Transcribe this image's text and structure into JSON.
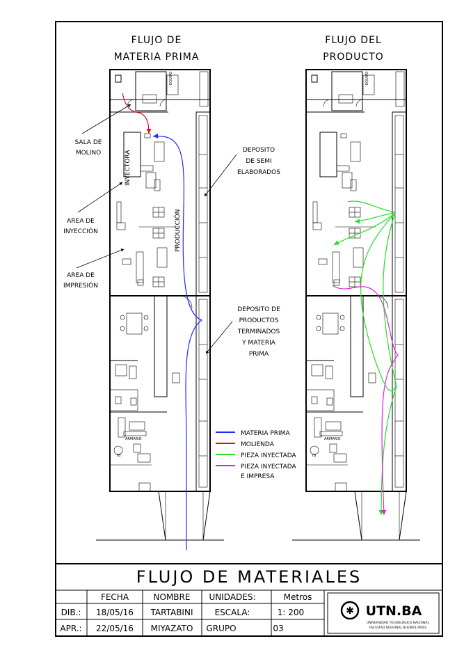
{
  "titles": {
    "left_line1": "FLUJO DE",
    "left_line2": "MATERIA PRIMA",
    "right_line1": "FLUJO DEL",
    "right_line2": "PRODUCTO"
  },
  "labels": {
    "sala_line1": "SALA DE",
    "sala_line2": "MOLINO",
    "inyeccion_line1": "AREA DE",
    "inyeccion_line2": "INYECCIÓN",
    "impresion_line1": "AREA DE",
    "impresion_line2": "IMPRESIÓN",
    "semi_line1": "DEPOSITO",
    "semi_line2": "DE SEMI",
    "semi_line3": "ELABORADOS",
    "prod_line1": "DEPOSITO DE",
    "prod_line2": "PRODUCTOS",
    "prod_line3": "TERMINADOS",
    "prod_line4": "Y MATERIA",
    "prod_line5": "PRIMA",
    "inyectora": "INYECTORA",
    "produccion": "PRODUCCIÓN",
    "armario": "ARMARIO",
    "tb": "TB"
  },
  "legend": [
    {
      "color": "#1f2bff",
      "text": "MATERIA PRIMA"
    },
    {
      "color": "#e0101a",
      "text": "MOLIENDA"
    },
    {
      "color": "#22e022",
      "text": "PIEZA INYECTADA"
    },
    {
      "color": "#e020e0",
      "text": "PIEZA INYECTADA",
      "text2": "E IMPRESA"
    }
  ],
  "title_block": {
    "title": "FLUJO DE MATERIALES",
    "h_fecha": "FECHA",
    "h_nombre": "NOMBRE",
    "h_unidades": "UNIDADES:",
    "v_unidades": "Metros",
    "dib_label": "DIB.:",
    "dib_fecha": "18/05/16",
    "dib_nombre": "TARTABINI",
    "escala_label": "ESCALA:",
    "escala_value": "1: 200",
    "apr_label": "APR.:",
    "apr_fecha": "22/05/16",
    "apr_nombre": "MIYAZATO",
    "grupo_label": "GRUPO",
    "grupo_value": "03"
  },
  "logo": {
    "name": "UTN.BA",
    "line1": "UNIVERSIDAD TECNOLÓGICA NACIONAL",
    "line2": "FACULTAD REGIONAL BUENOS AIRES"
  }
}
